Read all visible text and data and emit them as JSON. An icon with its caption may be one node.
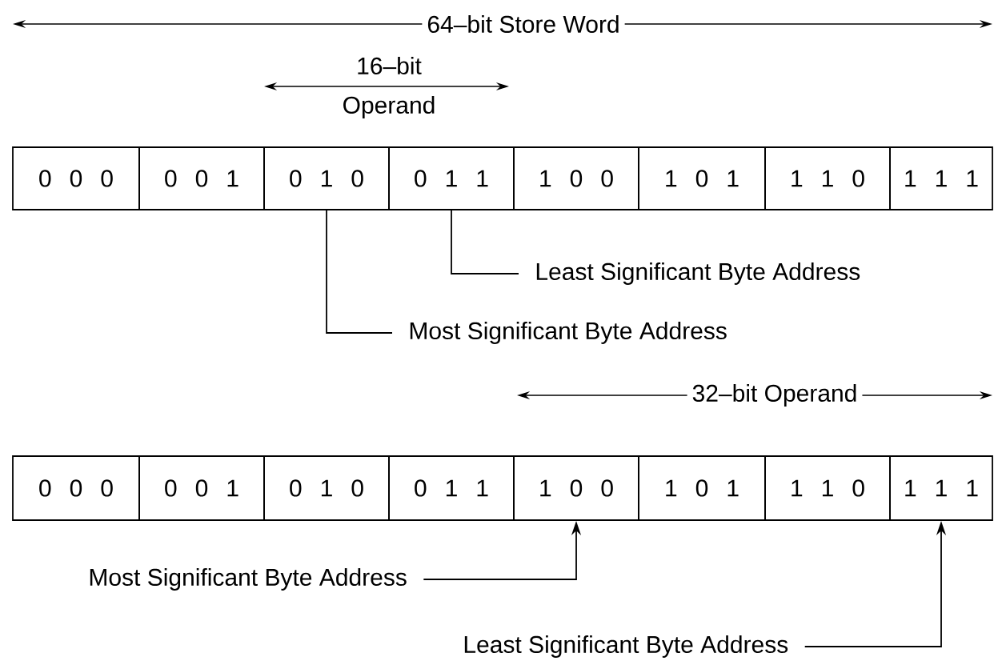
{
  "diagram": {
    "nodes": [
      {
        "text": [
          "0 0 0"
        ]
      },
      {
        "text": [
          "0 0 1"
        ]
      },
      {
        "text": [
          "0 1 0"
        ]
      },
      {
        "text": [
          "0 1 1"
        ]
      },
      {
        "text": [
          "1 0 0"
        ]
      },
      {
        "text": [
          "1 0 1"
        ]
      },
      {
        "text": [
          "1 1 0"
        ]
      },
      {
        "text": [
          "1 1 1"
        ]
      },
      {
        "text": [
          "Least Significant Byte Address"
        ]
      },
      {
        "text": [
          "Most Significant Byte Address"
        ]
      },
      {
        "text": [
          "0 0 0"
        ]
      },
      {
        "text": [
          "0 0 1"
        ]
      },
      {
        "text": [
          "0 1 0"
        ]
      },
      {
        "text": [
          "0 1 1"
        ]
      },
      {
        "text": [
          "1 0 0"
        ]
      },
      {
        "text": [
          "1 0 1"
        ]
      },
      {
        "text": [
          "1 1 0"
        ]
      },
      {
        "text": [
          "1 1 1"
        ]
      },
      {
        "text": [
          "Most Significant Byte Address"
        ]
      },
      {
        "text": [
          "Least Significant Byte Address"
        ]
      }
    ],
    "edges": [
      {
        "from": 8,
        "to": 3,
        "arrow": "none"
      },
      {
        "from": 9,
        "to": 2,
        "arrow": "none"
      },
      {
        "from": 18,
        "to": 14,
        "arrow": "to"
      },
      {
        "from": 19,
        "to": 17,
        "arrow": "to"
      }
    ],
    "labels": [
      "64–bit Store Word",
      "16–bit",
      "Operand",
      "32–bit Operand"
    ]
  }
}
